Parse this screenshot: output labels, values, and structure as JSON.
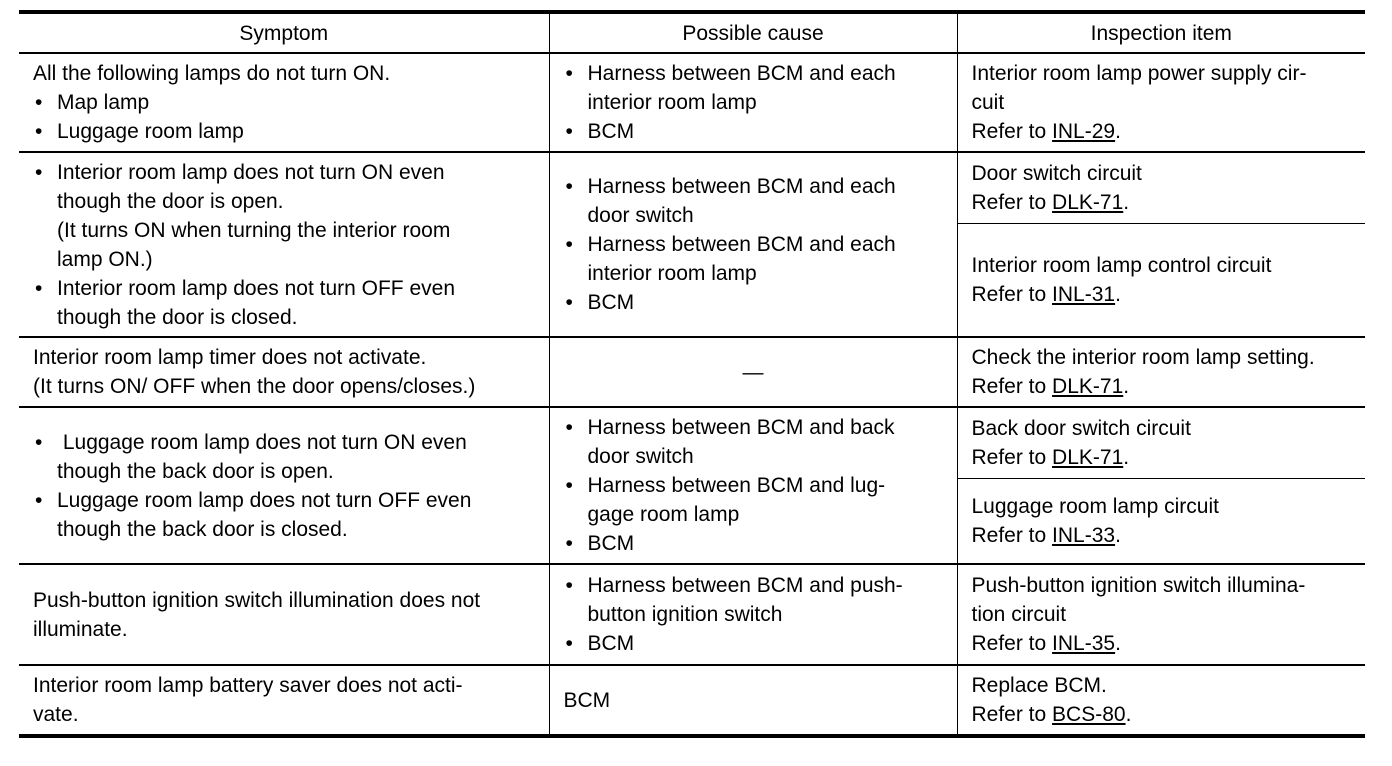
{
  "header": {
    "symptom": "Symptom",
    "cause": "Possible cause",
    "inspection": "Inspection item"
  },
  "refer_prefix": "Refer to ",
  "rows": [
    {
      "symptom_intro": "All the following lamps do not turn ON.",
      "symptom_bullets": [
        "Map lamp",
        "Luggage room lamp"
      ],
      "causes": [
        "Harness between BCM and each interior room lamp",
        "BCM"
      ],
      "inspections": [
        {
          "text": "Interior room lamp power supply cir-cuit",
          "ref": "INL-29"
        }
      ]
    },
    {
      "symptom_bullets": [
        "Interior room lamp does not turn ON even though the door is open.\n(It turns ON when turning the interior room lamp ON.)",
        "Interior room lamp does not turn OFF even though the door is closed."
      ],
      "causes": [
        "Harness between BCM and each door switch",
        "Harness between BCM and each interior room lamp",
        "BCM"
      ],
      "inspections": [
        {
          "text": "Door switch circuit",
          "ref": "DLK-71"
        },
        {
          "text": "Interior room lamp control circuit",
          "ref": "INL-31"
        }
      ]
    },
    {
      "symptom_intro": "Interior room lamp timer does not activate.",
      "symptom_intro2": "(It turns ON/ OFF when the door opens/closes.)",
      "cause_text": "—",
      "inspections": [
        {
          "text": "Check the interior room lamp setting.",
          "ref": "DLK-71"
        }
      ]
    },
    {
      "symptom_bullets": [
        " Luggage room lamp does not turn ON even though the back door is open.",
        "Luggage room lamp does not turn OFF even though the back door is closed."
      ],
      "causes": [
        "Harness between BCM and back door switch",
        "Harness between BCM and lug-gage room lamp",
        "BCM"
      ],
      "inspections": [
        {
          "text": "Back door switch circuit",
          "ref": "DLK-71"
        },
        {
          "text": "Luggage room lamp circuit",
          "ref": "INL-33"
        }
      ]
    },
    {
      "symptom_intro": "Push-button ignition switch illumination does not illuminate.",
      "causes": [
        "Harness between BCM and push-button ignition switch",
        "BCM"
      ],
      "inspections": [
        {
          "text": "Push-button ignition switch illumina-tion circuit",
          "ref": "INL-35"
        }
      ]
    },
    {
      "symptom_intro": "Interior room lamp battery saver does not acti-vate.",
      "cause_text": "BCM",
      "inspections": [
        {
          "text": "Replace BCM.",
          "ref": "BCS-80"
        }
      ]
    }
  ]
}
